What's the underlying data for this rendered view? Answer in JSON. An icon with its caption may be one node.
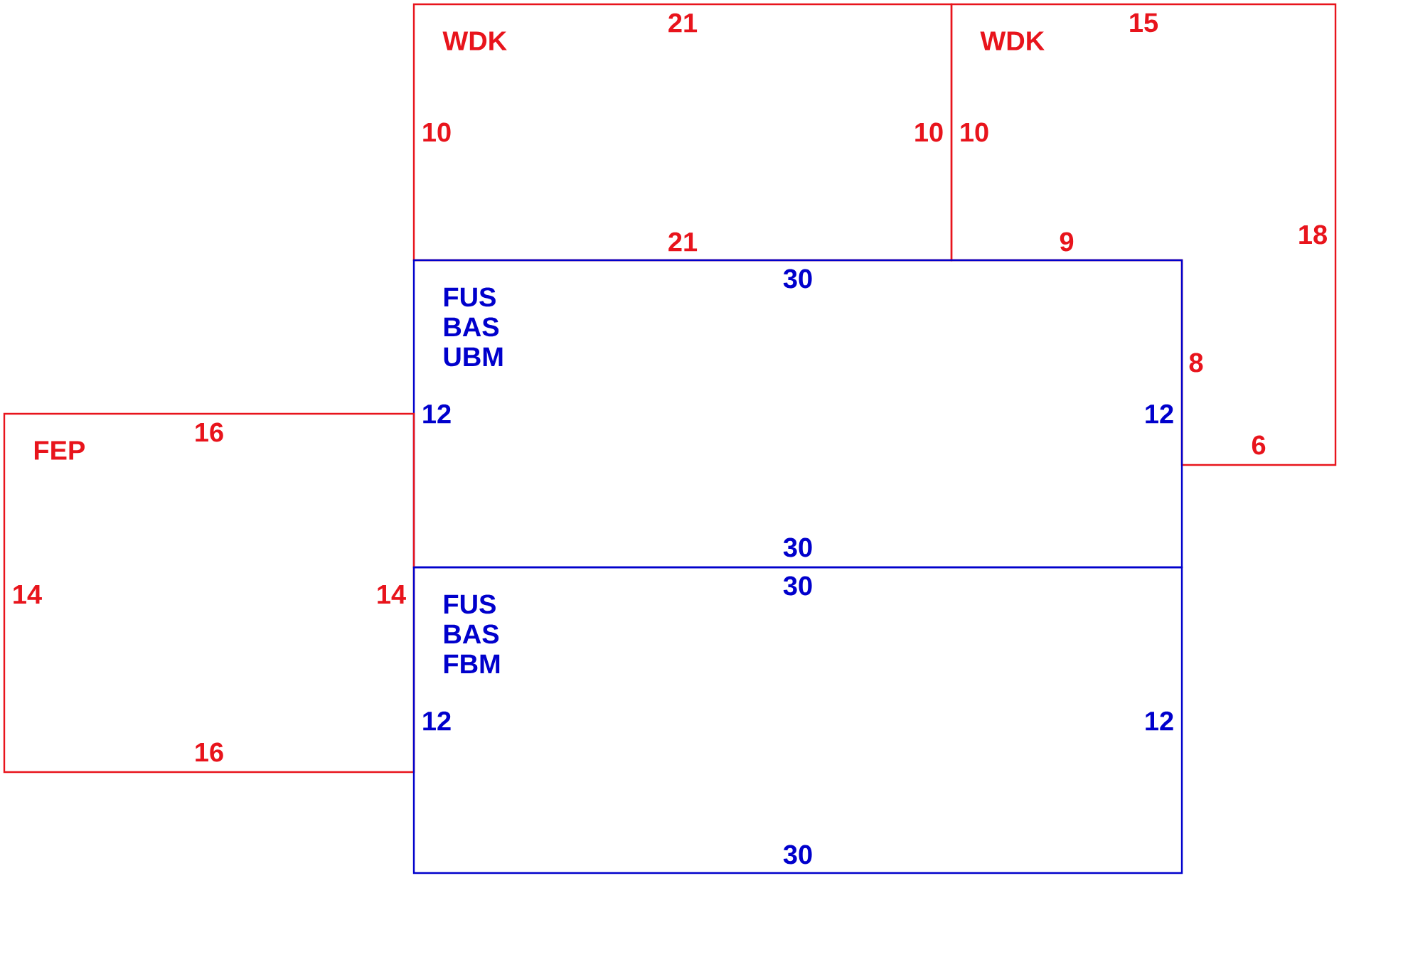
{
  "diagram": {
    "nodes": [
      {
        "text": [
          "WDK",
          "21",
          "10",
          "10",
          "21"
        ]
      },
      {
        "text": [
          "WDK",
          "15",
          "10",
          "9",
          "18",
          "8",
          "6"
        ]
      },
      {
        "text": [
          "FUS BAS UBM",
          "30",
          "12",
          "12",
          "30"
        ]
      },
      {
        "text": [
          "FEP",
          "16",
          "14",
          "14",
          "16"
        ]
      },
      {
        "text": [
          "FUS BAS FBM",
          "30",
          "12",
          "12",
          "30"
        ]
      }
    ]
  }
}
